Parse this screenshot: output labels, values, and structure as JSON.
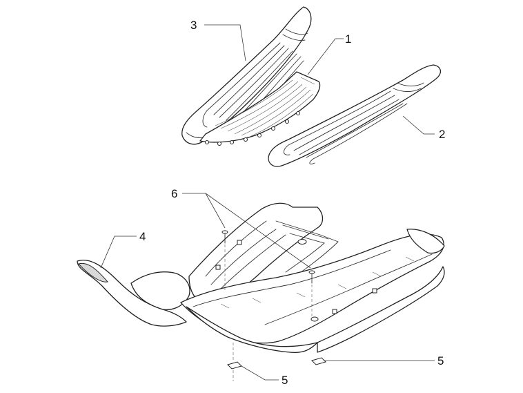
{
  "callouts": {
    "part_1": "1",
    "part_2": "2",
    "part_3": "3",
    "part_4": "4",
    "part_5_left": "5",
    "part_5_right": "5",
    "part_6": "6"
  },
  "colors": {
    "line": "#222222",
    "background": "#ffffff"
  }
}
